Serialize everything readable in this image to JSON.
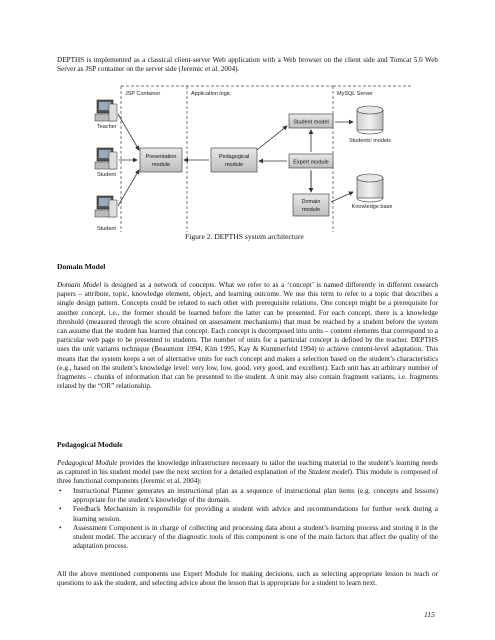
{
  "intro": {
    "text": "DEPTHS is implemented as a classical client-server Web application with a Web browser on the client side and Tomcat 5.0 Web Server as JSP container on the server side (Jeremic et al. 2004)."
  },
  "figure": {
    "sections": {
      "jsp": "JSP Container",
      "logic": "Application logic",
      "mysql": "MySQL Server"
    },
    "users": {
      "teacher": "Teacher",
      "student1": "Student",
      "student2": "Student"
    },
    "modules": {
      "presentation": [
        "Presentation",
        "module"
      ],
      "pedagogical": [
        "Pedagogical",
        "module"
      ],
      "student_model": "Student model",
      "expert": "Expert module",
      "domain": [
        "Domain",
        "module"
      ]
    },
    "databases": {
      "students_models": "Students' models",
      "knowledge_base": "Knowledge base"
    },
    "caption": "Figure 2. DEPTHS system architecture"
  },
  "domain_model": {
    "heading": "Domain Model",
    "lead": "Domain Model",
    "text": " is designed as a network of concepts. What we refer to as a ‘concept’ is named differently in different research papers – attribute, topic, knowledge element, object, and learning outcome. We use this term to refer to a topic that describes a single design pattern. Concepts could be related to each other with prerequisite relations. One concept might be a prerequisite for another concept, i.e., the former should be learned before the latter can be presented. For each concept, there is a knowledge threshold (measured through the score obtained on assessment mechanisms) that must be reached by a student before the system can assume that the student has learned that concept. Each concept is decomposed into units – content elements that correspond to a particular web page to be presented to students. The number of units for a particular concept is defined by the teacher. DEPTHS uses the unit variants technique (Beaumont 1994, Kim 1995, Kay & Kummerfeld 1994) to achieve content-level adaptation. This means that the system keeps a set of alternative units for each concept and makes a selection based on the student’s characteristics (e.g., based on the student’s knowledge level: very low, low, good, very good, and excellent). Each unit has an arbitrary number of fragments – chunks of information that can be presented to the student. A unit may also contain fragment variants, i.e. fragments related by the “OR” relationship."
  },
  "pedagogical_module": {
    "heading": "Pedagogical Module",
    "lead": "Pedagogical Module",
    "text_a": " provides the knowledge infrastructure necessary to tailor the teaching material to the student’s learning needs as captured in his student model (see the next section for a detailed explanation of the ",
    "student_model_italic": "Student model",
    "text_b": "). This module is composed of three functional components (Jeremic et al. 2004):",
    "bullets": [
      "Instructional Planner generates an instructional plan as a sequence of instructional plan items (e.g. concepts and lessons) appropriate for the student’s knowledge of the domain.",
      "Feedback Mechanism is responsible for providing a student with advice and recommendations for further work during a learning session.",
      "Assessment Component is in charge of collecting and processing data about a student’s learning process and storing it in the student model. The accuracy of the diagnostic tools of this component is one of the main factors that affect the quality of the adaptation process."
    ],
    "closing": "All the above mentioned components use Expert Module for making decisions, such as selecting appropriate lesson to teach or questions to ask the student, and selecting advice about the lesson that is appropriate for a student to learn next."
  },
  "page_number": "115"
}
